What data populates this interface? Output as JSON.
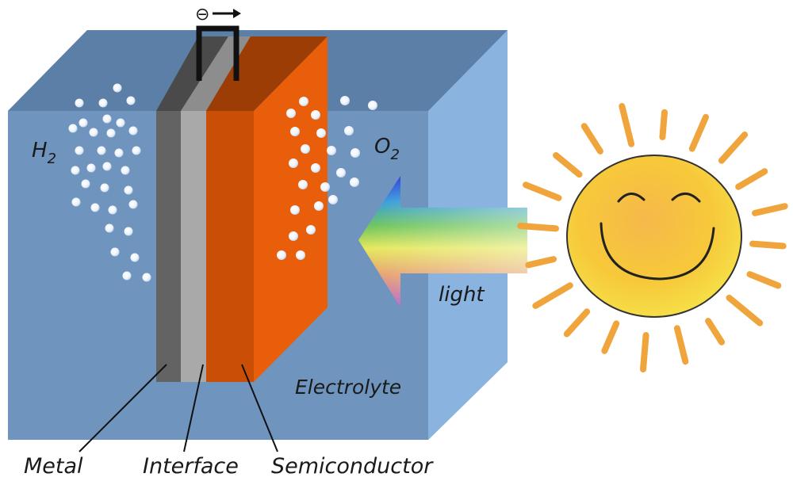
{
  "labels": {
    "h2": "H",
    "h2_sub": "2",
    "o2": "O",
    "o2_sub": "2",
    "electrolyte": "Electrolyte",
    "light": "light",
    "metal": "Metal",
    "interface": "Interface",
    "semiconductor": "Semiconductor",
    "electron_symbol": "⊖"
  },
  "colors": {
    "tank_front": "#6f95be",
    "tank_top": "#5b7fa6",
    "tank_side": "#8ab3df",
    "metal": "#636363",
    "interface": "#a9a9a9",
    "semiconductor_front": "#c94f07",
    "semiconductor_side": "#e95e0a",
    "sun_outline": "#333333",
    "sun_rays": "#f0a43c"
  },
  "icons": {
    "sun": "smiling-sun-icon",
    "arrow": "light-arrow-icon",
    "electron": "electron-icon"
  }
}
